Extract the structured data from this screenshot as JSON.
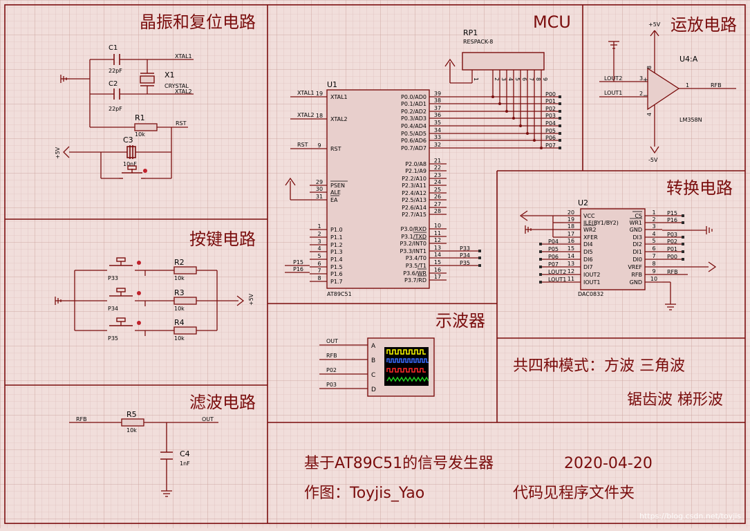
{
  "sections": {
    "crystal_reset": "晶振和复位电路",
    "mcu": "MCU",
    "opamp": "运放电路",
    "keys": "按键电路",
    "converter": "转换电路",
    "oscilloscope": "示波器",
    "filter": "滤波电路"
  },
  "notes": {
    "modes_line1": "共四种模式：方波  三角波",
    "modes_line2": "锯齿波  梯形波",
    "title": "基于AT89C51的信号发生器",
    "date": "2020-04-20",
    "author": "作图：Toyjis_Yao",
    "code_note": "代码见程序文件夹",
    "watermark": "https://blog.csdn.net/toyjis"
  },
  "components": {
    "c1": {
      "ref": "C1",
      "value": "22pF"
    },
    "c2": {
      "ref": "C2",
      "value": "22pF"
    },
    "x1": {
      "ref": "X1",
      "value": "CRYSTAL"
    },
    "r1": {
      "ref": "R1",
      "value": "10k"
    },
    "c3": {
      "ref": "C3",
      "value": "10nF"
    },
    "r2": {
      "ref": "R2",
      "value": "10k"
    },
    "r3": {
      "ref": "R3",
      "value": "10k"
    },
    "r4": {
      "ref": "R4",
      "value": "10k"
    },
    "r5": {
      "ref": "R5",
      "value": "10k"
    },
    "c4": {
      "ref": "C4",
      "value": "1nF"
    },
    "rp1": {
      "ref": "RP1",
      "value": "RESPACK-8"
    },
    "u1": {
      "ref": "U1",
      "value": "AT89C51"
    },
    "u2": {
      "ref": "U2",
      "value": "DAC0832"
    },
    "u4": {
      "ref": "U4:A",
      "value": "LM358N"
    },
    "p33": "P33",
    "p34": "P34",
    "p35": "P35"
  },
  "nets": {
    "xtal1": "XTAL1",
    "xtal2": "XTAL2",
    "rst": "RST",
    "plus5v": "+5V",
    "minus5v": "-5V",
    "out": "OUT",
    "rfb": "RFB",
    "lout1": "LOUT1",
    "lout2": "LOUT2",
    "p02": "P02",
    "p03": "P03",
    "p15": "P15",
    "p16": "P16"
  },
  "u1_left_pins": [
    {
      "num": "19",
      "name": "XTAL1"
    },
    {
      "num": "18",
      "name": "XTAL2"
    },
    {
      "num": "9",
      "name": "RST"
    },
    {
      "num": "29",
      "name": "PSEN"
    },
    {
      "num": "30",
      "name": "ALE"
    },
    {
      "num": "31",
      "name": "EA"
    },
    {
      "num": "1",
      "name": "P1.0"
    },
    {
      "num": "2",
      "name": "P1.1"
    },
    {
      "num": "3",
      "name": "P1.2"
    },
    {
      "num": "4",
      "name": "P1.3"
    },
    {
      "num": "5",
      "name": "P1.4"
    },
    {
      "num": "6",
      "name": "P1.5"
    },
    {
      "num": "7",
      "name": "P1.6"
    },
    {
      "num": "8",
      "name": "P1.7"
    }
  ],
  "u1_right_pins": [
    {
      "num": "39",
      "name": "P0.0/AD0",
      "net": "P00"
    },
    {
      "num": "38",
      "name": "P0.1/AD1",
      "net": "P01"
    },
    {
      "num": "37",
      "name": "P0.2/AD2",
      "net": "P02"
    },
    {
      "num": "36",
      "name": "P0.3/AD3",
      "net": "P03"
    },
    {
      "num": "35",
      "name": "P0.4/AD4",
      "net": "P04"
    },
    {
      "num": "34",
      "name": "P0.5/AD5",
      "net": "P05"
    },
    {
      "num": "33",
      "name": "P0.6/AD6",
      "net": "P06"
    },
    {
      "num": "32",
      "name": "P0.7/AD7",
      "net": "P07"
    },
    {
      "num": "21",
      "name": "P2.0/A8",
      "net": ""
    },
    {
      "num": "22",
      "name": "P2.1/A9",
      "net": ""
    },
    {
      "num": "23",
      "name": "P2.2/A10",
      "net": ""
    },
    {
      "num": "24",
      "name": "P2.3/A11",
      "net": ""
    },
    {
      "num": "25",
      "name": "P2.4/A12",
      "net": ""
    },
    {
      "num": "26",
      "name": "P2.5/A13",
      "net": ""
    },
    {
      "num": "27",
      "name": "P2.6/A14",
      "net": ""
    },
    {
      "num": "28",
      "name": "P2.7/A15",
      "net": ""
    },
    {
      "num": "10",
      "name": "P3.0/RXD",
      "net": ""
    },
    {
      "num": "11",
      "name": "P3.1/TXD",
      "net": ""
    },
    {
      "num": "12",
      "name": "P3.2/INT0",
      "net": ""
    },
    {
      "num": "13",
      "name": "P3.3/INT1",
      "net": "P33"
    },
    {
      "num": "14",
      "name": "P3.4/T0",
      "net": "P34"
    },
    {
      "num": "15",
      "name": "P3.5/T1",
      "net": "P35"
    },
    {
      "num": "16",
      "name": "P3.6/WR",
      "net": ""
    },
    {
      "num": "17",
      "name": "P3.7/RD",
      "net": ""
    }
  ],
  "u2_left_pins": [
    {
      "num": "20",
      "name": "VCC",
      "net": ""
    },
    {
      "num": "19",
      "name": "ILE(BY1/BY2)",
      "net": ""
    },
    {
      "num": "18",
      "name": "WR2",
      "net": ""
    },
    {
      "num": "17",
      "name": "XFER",
      "net": ""
    },
    {
      "num": "16",
      "name": "DI4",
      "net": "P04"
    },
    {
      "num": "15",
      "name": "DI5",
      "net": "P05"
    },
    {
      "num": "14",
      "name": "DI6",
      "net": "P06"
    },
    {
      "num": "13",
      "name": "DI7",
      "net": "P07"
    },
    {
      "num": "12",
      "name": "IOUT2",
      "net": "LOUT2"
    },
    {
      "num": "11",
      "name": "IOUT1",
      "net": "LOUT1"
    }
  ],
  "u2_right_pins": [
    {
      "num": "1",
      "name": "CS",
      "net": "P15"
    },
    {
      "num": "2",
      "name": "WR1",
      "net": "P16"
    },
    {
      "num": "3",
      "name": "GND",
      "net": ""
    },
    {
      "num": "4",
      "name": "DI3",
      "net": "P03"
    },
    {
      "num": "5",
      "name": "DI2",
      "net": "P02"
    },
    {
      "num": "6",
      "name": "DI1",
      "net": "P01"
    },
    {
      "num": "7",
      "name": "DI0",
      "net": "P00"
    },
    {
      "num": "8",
      "name": "VREF",
      "net": ""
    },
    {
      "num": "9",
      "name": "RFB",
      "net": "RFB"
    },
    {
      "num": "10",
      "name": "GND",
      "net": ""
    }
  ],
  "opamp_pins": {
    "p3": "3",
    "p2": "2",
    "p1": "1",
    "p8": "8",
    "p4": "4"
  },
  "scope_channels": [
    {
      "net": "OUT",
      "ch": "A"
    },
    {
      "net": "RFB",
      "ch": "B"
    },
    {
      "net": "P02",
      "ch": "C"
    },
    {
      "net": "P03",
      "ch": "D"
    }
  ],
  "trace_colors": [
    "#ffff00",
    "#3a6cff",
    "#ff2a2a",
    "#20d020"
  ],
  "line_color": "#7a0d0d"
}
